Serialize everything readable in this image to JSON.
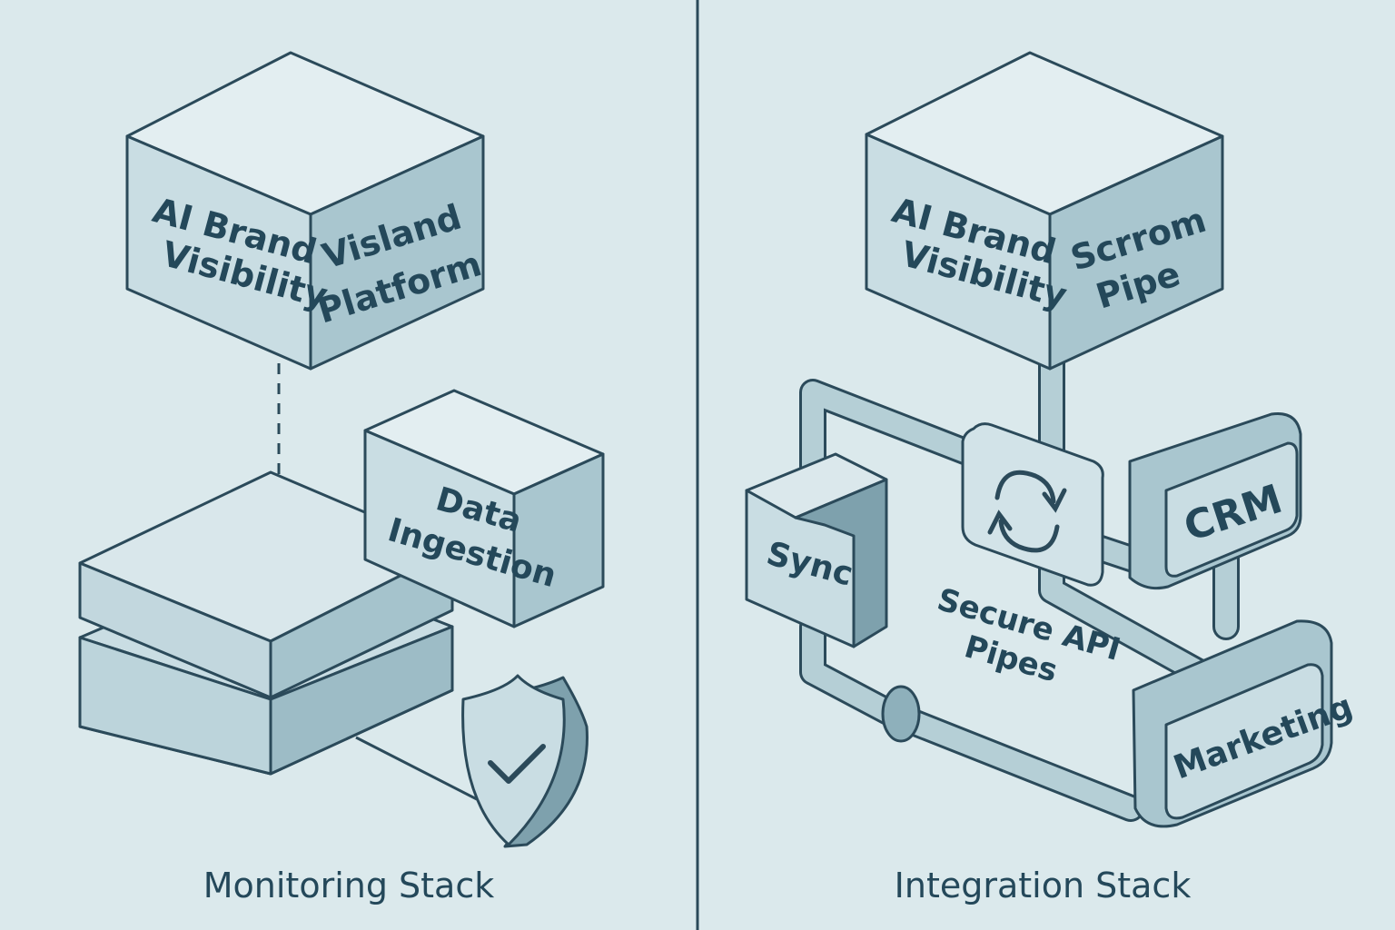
{
  "colors": {
    "background": "#dbe9ec",
    "stroke": "#2b4a5a",
    "face_top": "#e3eef1",
    "face_front": "#c9dde3",
    "face_side": "#a9c6cf",
    "face_dark": "#7ea1ad",
    "text": "#24485a"
  },
  "left_panel": {
    "title": "Monitoring Stack",
    "top_cube": {
      "front_lines": [
        "AI Brand",
        "Visibility"
      ],
      "side_lines": [
        "Visland",
        "Platform"
      ]
    },
    "ingestion_box": {
      "lines": [
        "Data",
        "Ingestion"
      ]
    },
    "server_stack": {
      "icon": "server-stack-icon"
    },
    "shield": {
      "icon": "shield-check-icon"
    }
  },
  "right_panel": {
    "title": "Integration Stack",
    "top_cube": {
      "front_lines": [
        "AI Brand",
        "Visibility"
      ],
      "side_lines": [
        "Scrrom",
        "Pipe"
      ]
    },
    "sync_box": {
      "label": "Sync"
    },
    "sync_icon": {
      "icon": "refresh-icon"
    },
    "crm_box": {
      "label": "CRM"
    },
    "marketing_box": {
      "label": "Marketing"
    },
    "pipes_label": {
      "lines": [
        "Secure API",
        "Pipes"
      ]
    }
  }
}
